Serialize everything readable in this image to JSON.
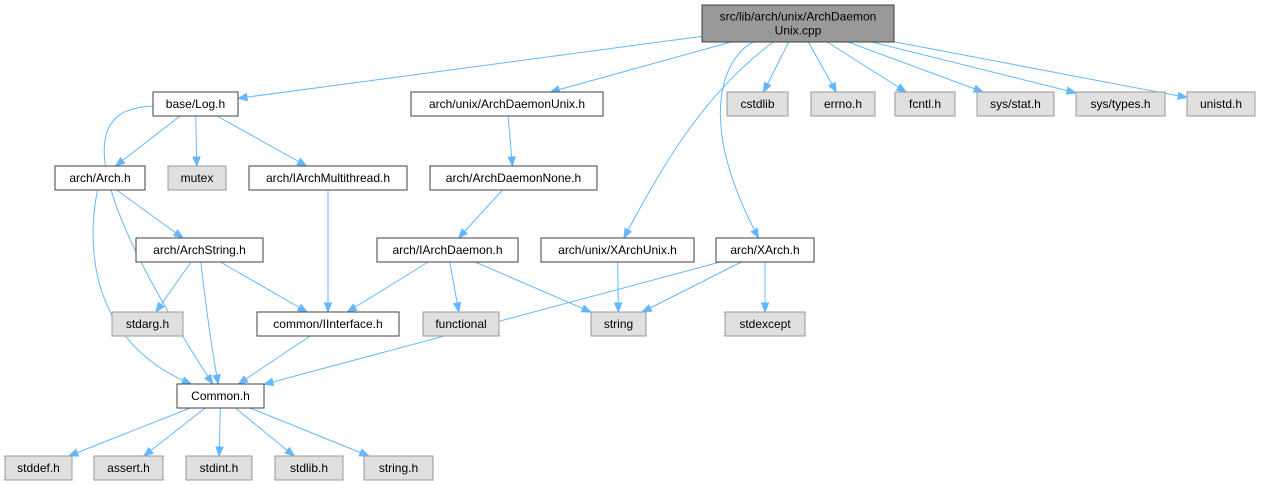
{
  "colors": {
    "root_fill": "#999999",
    "local_fill": "#ffffff",
    "system_fill": "#e0e0e0",
    "local_border": "#404040",
    "system_border": "#999999",
    "edge": "#63b8ff"
  },
  "nodes": [
    {
      "id": "root",
      "name": "node-root-archdaemonunix-cpp",
      "kind": "root",
      "lines": [
        "src/lib/arch/unix/ArchDaemon",
        "Unix.cpp"
      ]
    },
    {
      "id": "log",
      "name": "node-base-log-h",
      "kind": "local",
      "lines": [
        "base/Log.h"
      ]
    },
    {
      "id": "adu",
      "name": "node-arch-unix-archdaemonunix-h",
      "kind": "local",
      "lines": [
        "arch/unix/ArchDaemonUnix.h"
      ]
    },
    {
      "id": "cstdlib",
      "name": "node-cstdlib",
      "kind": "system",
      "lines": [
        "cstdlib"
      ]
    },
    {
      "id": "errno",
      "name": "node-errno-h",
      "kind": "system",
      "lines": [
        "errno.h"
      ]
    },
    {
      "id": "fcntl",
      "name": "node-fcntl-h",
      "kind": "system",
      "lines": [
        "fcntl.h"
      ]
    },
    {
      "id": "sysstat",
      "name": "node-sys-stat-h",
      "kind": "system",
      "lines": [
        "sys/stat.h"
      ]
    },
    {
      "id": "systypes",
      "name": "node-sys-types-h",
      "kind": "system",
      "lines": [
        "sys/types.h"
      ]
    },
    {
      "id": "unistd",
      "name": "node-unistd-h",
      "kind": "system",
      "lines": [
        "unistd.h"
      ]
    },
    {
      "id": "arch",
      "name": "node-arch-arch-h",
      "kind": "local",
      "lines": [
        "arch/Arch.h"
      ]
    },
    {
      "id": "mutex",
      "name": "node-mutex",
      "kind": "system",
      "lines": [
        "mutex"
      ]
    },
    {
      "id": "iamt",
      "name": "node-arch-iarchmultithread-h",
      "kind": "local",
      "lines": [
        "arch/IArchMultithread.h"
      ]
    },
    {
      "id": "adn",
      "name": "node-arch-archdaemonnone-h",
      "kind": "local",
      "lines": [
        "arch/ArchDaemonNone.h"
      ]
    },
    {
      "id": "astr",
      "name": "node-arch-archstring-h",
      "kind": "local",
      "lines": [
        "arch/ArchString.h"
      ]
    },
    {
      "id": "iad",
      "name": "node-arch-iarchdaemon-h",
      "kind": "local",
      "lines": [
        "arch/IArchDaemon.h"
      ]
    },
    {
      "id": "xau",
      "name": "node-arch-unix-xarchunix-h",
      "kind": "local",
      "lines": [
        "arch/unix/XArchUnix.h"
      ]
    },
    {
      "id": "xarch",
      "name": "node-arch-xarch-h",
      "kind": "local",
      "lines": [
        "arch/XArch.h"
      ]
    },
    {
      "id": "stdarg",
      "name": "node-stdarg-h",
      "kind": "system",
      "lines": [
        "stdarg.h"
      ]
    },
    {
      "id": "iint",
      "name": "node-common-iinterface-h",
      "kind": "local",
      "lines": [
        "common/IInterface.h"
      ]
    },
    {
      "id": "functional",
      "name": "node-functional",
      "kind": "system",
      "lines": [
        "functional"
      ]
    },
    {
      "id": "string",
      "name": "node-string",
      "kind": "system",
      "lines": [
        "string"
      ]
    },
    {
      "id": "stdexcept",
      "name": "node-stdexcept",
      "kind": "system",
      "lines": [
        "stdexcept"
      ]
    },
    {
      "id": "common",
      "name": "node-common-h",
      "kind": "local",
      "lines": [
        "Common.h"
      ]
    },
    {
      "id": "stddef",
      "name": "node-stddef-h",
      "kind": "system",
      "lines": [
        "stddef.h"
      ]
    },
    {
      "id": "assert",
      "name": "node-assert-h",
      "kind": "system",
      "lines": [
        "assert.h"
      ]
    },
    {
      "id": "stdint",
      "name": "node-stdint-h",
      "kind": "system",
      "lines": [
        "stdint.h"
      ]
    },
    {
      "id": "stdlib",
      "name": "node-stdlib-h",
      "kind": "system",
      "lines": [
        "stdlib.h"
      ]
    },
    {
      "id": "stringh",
      "name": "node-string-h",
      "kind": "system",
      "lines": [
        "string.h"
      ]
    }
  ],
  "edges": [
    [
      "root",
      "log"
    ],
    [
      "root",
      "adu"
    ],
    [
      "root",
      "cstdlib"
    ],
    [
      "root",
      "errno"
    ],
    [
      "root",
      "fcntl"
    ],
    [
      "root",
      "sysstat"
    ],
    [
      "root",
      "systypes"
    ],
    [
      "root",
      "unistd"
    ],
    [
      "root",
      "xau"
    ],
    [
      "root",
      "xarch"
    ],
    [
      "log",
      "arch"
    ],
    [
      "log",
      "mutex"
    ],
    [
      "log",
      "iamt"
    ],
    [
      "log",
      "common"
    ],
    [
      "adu",
      "adn"
    ],
    [
      "adn",
      "iad"
    ],
    [
      "arch",
      "astr"
    ],
    [
      "arch",
      "common"
    ],
    [
      "iamt",
      "iint"
    ],
    [
      "astr",
      "stdarg"
    ],
    [
      "astr",
      "iint"
    ],
    [
      "astr",
      "common"
    ],
    [
      "iad",
      "iint"
    ],
    [
      "iad",
      "functional"
    ],
    [
      "iad",
      "string"
    ],
    [
      "xau",
      "string"
    ],
    [
      "xarch",
      "string"
    ],
    [
      "xarch",
      "stdexcept"
    ],
    [
      "xarch",
      "common"
    ],
    [
      "iint",
      "common"
    ],
    [
      "common",
      "stddef"
    ],
    [
      "common",
      "assert"
    ],
    [
      "common",
      "stdint"
    ],
    [
      "common",
      "stdlib"
    ],
    [
      "common",
      "stringh"
    ]
  ]
}
